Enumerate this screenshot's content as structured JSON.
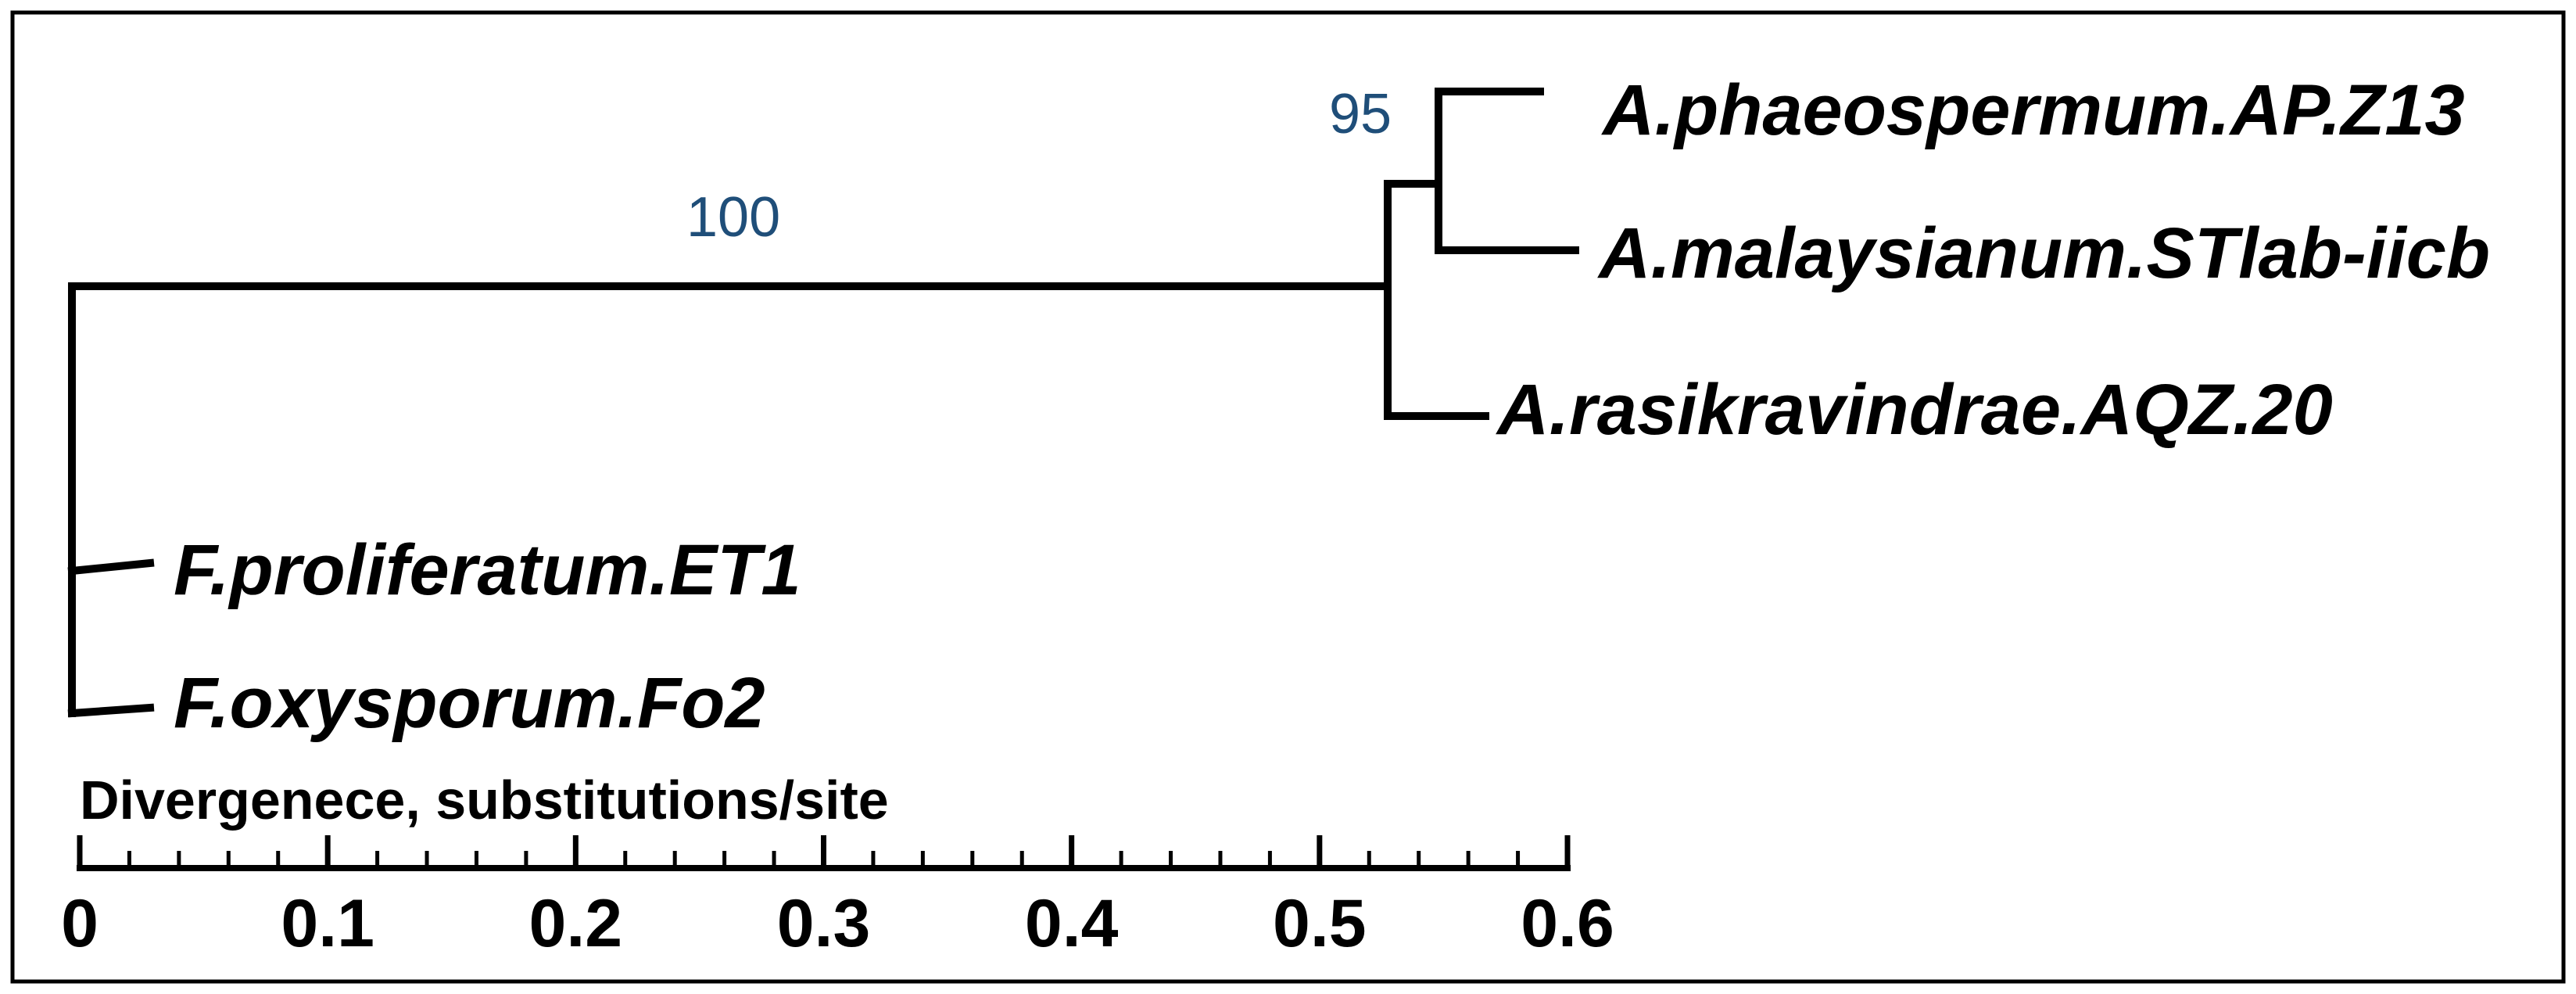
{
  "tree": {
    "taxa": [
      {
        "id": "ap",
        "label": "A.phaeospermum.AP.Z13"
      },
      {
        "id": "am",
        "label": "A.malaysianum.STlab-iicb"
      },
      {
        "id": "ar",
        "label": "A.rasikravindrae.AQZ.20"
      },
      {
        "id": "fp",
        "label": "F.proliferatum.ET1"
      },
      {
        "id": "fo",
        "label": "F.oxysporum.Fo2"
      }
    ],
    "support_values": [
      {
        "clade": "arthrinium",
        "value": "100"
      },
      {
        "clade": "ap-am",
        "value": "95"
      }
    ]
  },
  "scale_bar": {
    "title": "Divergenece, substitutions/site",
    "range": [
      0,
      0.6
    ],
    "tick_labels": [
      "0",
      "0.1",
      "0.2",
      "0.3",
      "0.4",
      "0.5",
      "0.6"
    ]
  },
  "colors": {
    "lines": "#000000",
    "support_text": "#1f4e79",
    "frame": "#000000"
  }
}
